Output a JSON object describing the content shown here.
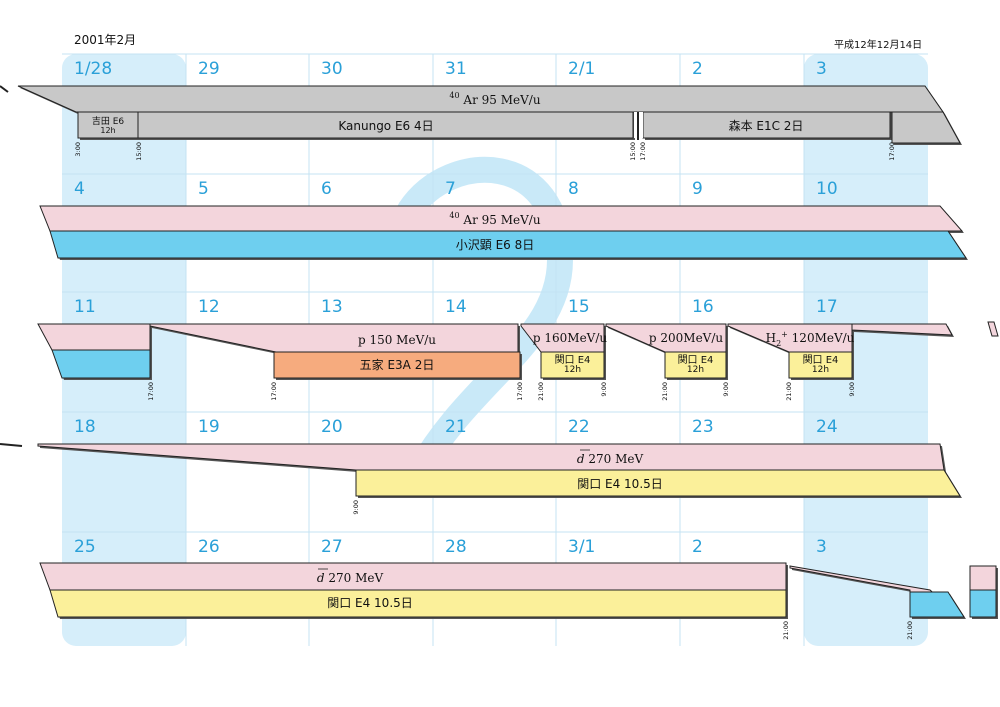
{
  "header": {
    "month_label": "2001年2月",
    "issue_date": "平成12年12月14日"
  },
  "colors": {
    "col_blue": "#d6eefa",
    "grid_line": "#c4e3f3",
    "day_number": "#2aa0d8",
    "beam_gray": "#c8c8c8",
    "beam_pink": "#f3d5dc",
    "exp_blue": "#6ecfef",
    "exp_orange": "#f6ab7e",
    "exp_yellow": "#fbf09a",
    "outline": "#222222",
    "watermark": "#b7e2f6"
  },
  "weeks": [
    {
      "days": [
        "1/28",
        "29",
        "30",
        "31",
        "2/1",
        "2",
        "3"
      ],
      "beams": [
        {
          "sup": "40",
          "text": "Ar   95 MeV/u"
        }
      ],
      "experiments": [
        {
          "label": "吉田 E6",
          "sub": "12h"
        },
        {
          "label": "Kanungo   E6   4日"
        },
        {
          "label": "森本   E1C   2日"
        }
      ],
      "times": [
        "3:00",
        "15:00",
        "15:00",
        "17:00",
        "17:00"
      ]
    },
    {
      "days": [
        "4",
        "5",
        "6",
        "7",
        "8",
        "9",
        "10"
      ],
      "beams": [
        {
          "sup": "40",
          "text": "Ar   95 MeV/u"
        }
      ],
      "experiments": [
        {
          "label": "小沢顕   E6   8日"
        }
      ],
      "times": []
    },
    {
      "days": [
        "11",
        "12",
        "13",
        "14",
        "15",
        "16",
        "17"
      ],
      "beams": [
        {
          "text": "p   150 MeV/u"
        },
        {
          "text": "p 160MeV/u"
        },
        {
          "text": "p 200MeV/u"
        },
        {
          "pre": "H",
          "sub": "2",
          "sup": "+",
          "text": "120MeV/u"
        }
      ],
      "experiments": [
        {
          "label": "五家   E3A   2日"
        },
        {
          "label": "関口 E4",
          "sub": "12h"
        },
        {
          "label": "関口 E4",
          "sub": "12h"
        },
        {
          "label": "関口 E4",
          "sub": "12h"
        }
      ],
      "times": [
        "17:00",
        "17:00",
        "17:00",
        "21:00",
        "9:00",
        "21:00",
        "9:00",
        "21:00",
        "9:00"
      ]
    },
    {
      "days": [
        "18",
        "19",
        "20",
        "21",
        "22",
        "23",
        "24"
      ],
      "beams": [
        {
          "sym": "d",
          "text": "270 MeV"
        }
      ],
      "experiments": [
        {
          "label": "関口   E4   10.5日"
        }
      ],
      "times": [
        "9:00"
      ]
    },
    {
      "days": [
        "25",
        "26",
        "27",
        "28",
        "3/1",
        "2",
        "3"
      ],
      "beams": [
        {
          "sym": "d",
          "text": "270 MeV"
        }
      ],
      "experiments": [
        {
          "label": "関口   E4   10.5日"
        }
      ],
      "times": [
        "21:00",
        "21:00"
      ]
    }
  ]
}
